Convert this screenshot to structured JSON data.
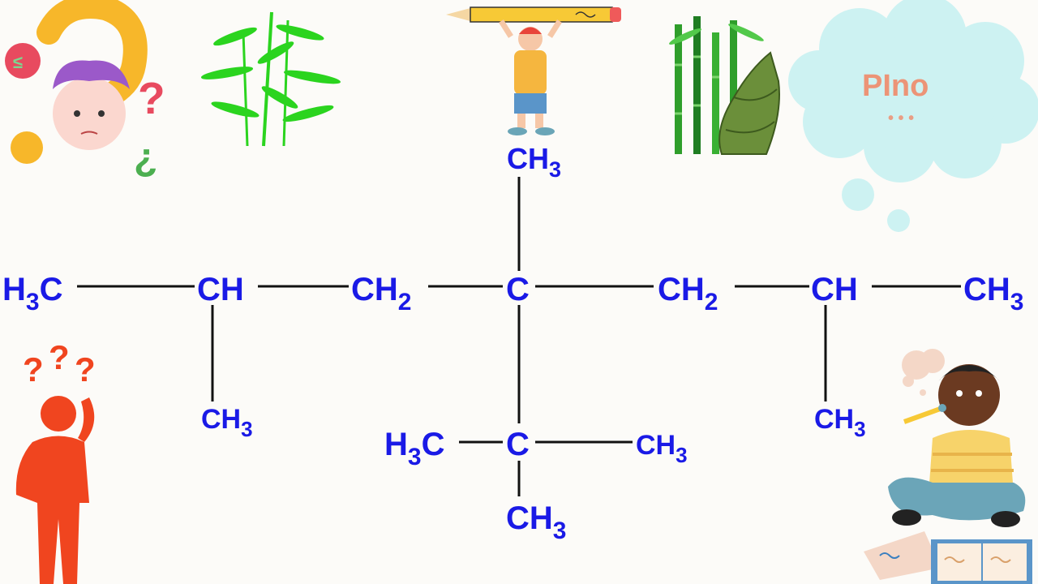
{
  "molecule": {
    "main_chain": {
      "c1": {
        "element": "H",
        "sub": "3",
        "tail": "C"
      },
      "c2": {
        "element": "CH",
        "sub": ""
      },
      "c3": {
        "element": "CH",
        "sub": "2"
      },
      "c4": {
        "element": "C",
        "sub": ""
      },
      "c5": {
        "element": "CH",
        "sub": "2"
      },
      "c6": {
        "element": "CH",
        "sub": ""
      },
      "c7": {
        "element": "CH",
        "sub": "3"
      }
    },
    "substituents": {
      "top_methyl": {
        "element": "CH",
        "sub": "3"
      },
      "c2_methyl": {
        "element": "CH",
        "sub": "3"
      },
      "c6_methyl": {
        "element": "CH",
        "sub": "3"
      },
      "tbutyl_center": {
        "element": "C",
        "sub": ""
      },
      "tbutyl_left": {
        "element": "H",
        "sub": "3",
        "tail": "C"
      },
      "tbutyl_right": {
        "element": "CH",
        "sub": "3"
      },
      "tbutyl_bottom": {
        "element": "CH",
        "sub": "3"
      }
    }
  },
  "colors": {
    "atom_text": "#1a1ae6",
    "bond": "#111111",
    "background": "#fcfbf8",
    "thought_cloud": "#cdf2f2",
    "thinking_person": "#f0451f"
  },
  "decorations": {
    "top_left": "confused-kid-question-marks-illustration",
    "bamboo_1": "bamboo-plant-illustration",
    "pencil_kid": "kid-lifting-pencil-illustration",
    "bamboo_2": "bamboo-shoot-illustration",
    "cloud": "thought-cloud-illustration",
    "bottom_left": "confused-person-silhouette-illustration",
    "bottom_right": "thinking-boy-with-book-illustration"
  }
}
